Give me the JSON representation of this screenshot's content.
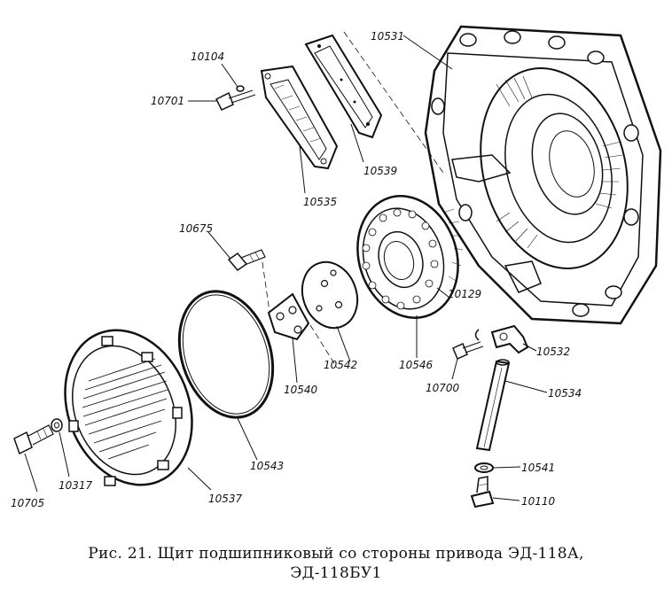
{
  "caption": {
    "line1": "Рис. 21. Щит подшипниковый со стороны привода ЭД-118А,",
    "line2": "ЭД-118БУ1"
  },
  "parts": {
    "p10104": "10104",
    "p10701": "10701",
    "p10531": "10531",
    "p10539": "10539",
    "p10535": "10535",
    "p10675": "10675",
    "p10129": "10129",
    "p10532": "10532",
    "p10542": "10542",
    "p10546": "10546",
    "p10540": "10540",
    "p10700": "10700",
    "p10534": "10534",
    "p10541": "10541",
    "p10110": "10110",
    "p10543": "10543",
    "p10537": "10537",
    "p10317": "10317",
    "p10705": "10705"
  }
}
